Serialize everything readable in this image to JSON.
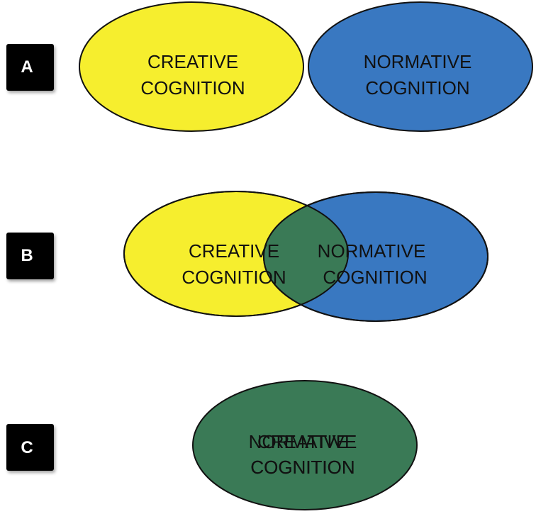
{
  "colors": {
    "creative": "#f6ee2e",
    "normative": "#3978c1",
    "overlap": "#3a7a56",
    "badge": "#000000"
  },
  "panels": [
    {
      "badge": "A",
      "relation": "separate",
      "creative": {
        "line1": "CREATIVE",
        "line2": "COGNITION"
      },
      "normative": {
        "line1": "NORMATIVE",
        "line2": "COGNITION"
      }
    },
    {
      "badge": "B",
      "relation": "overlapping",
      "creative": {
        "line1": "CREATIVE",
        "line2": "COGNITION"
      },
      "normative": {
        "line1": "NORMATIVE",
        "line2": "COGNITION"
      }
    },
    {
      "badge": "C",
      "relation": "merged",
      "creative": {
        "line1": "CREATIVE",
        "line2": "COGNITION"
      },
      "normative": {
        "line1": "NORMATIVE",
        "line2": "COGNITION"
      }
    }
  ]
}
